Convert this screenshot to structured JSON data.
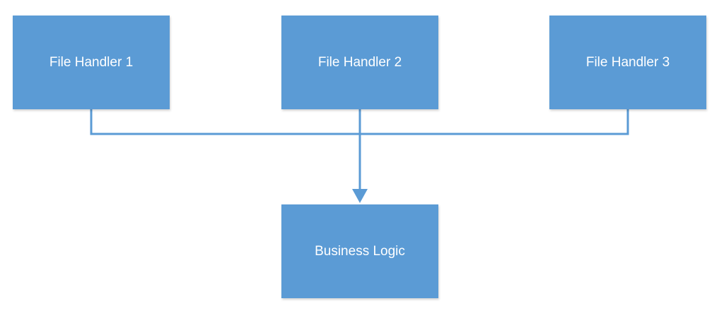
{
  "diagram": {
    "nodes": {
      "file_handler_1": "File Handler 1",
      "file_handler_2": "File Handler 2",
      "file_handler_3": "File Handler 3",
      "business_logic": "Business Logic"
    },
    "edges": [
      {
        "from": "File Handler 1",
        "to": "Business Logic"
      },
      {
        "from": "File Handler 2",
        "to": "Business Logic"
      },
      {
        "from": "File Handler 3",
        "to": "Business Logic"
      }
    ],
    "colors": {
      "node_fill": "#5b9bd5",
      "node_text": "#ffffff",
      "connector": "#5b9bd5"
    }
  }
}
